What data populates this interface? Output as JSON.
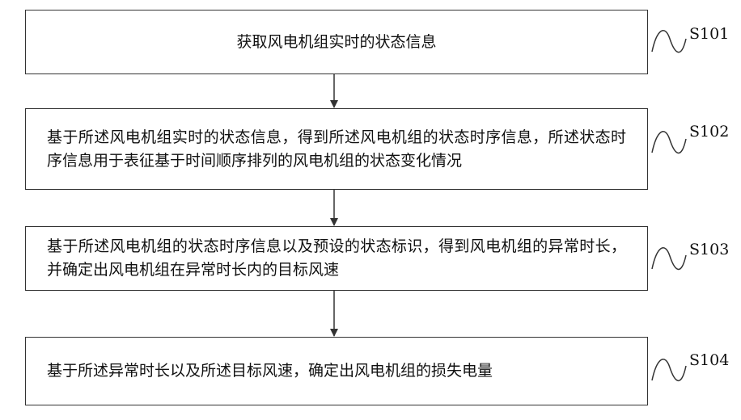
{
  "steps": [
    {
      "id": "S101",
      "text": "获取风电机组实时的状态信息"
    },
    {
      "id": "S102",
      "text": "基于所述风电机组实时的状态信息，得到所述风电机组的状态时序信息，所述状态时序信息用于表征基于时间顺序排列的风电机组的状态变化情况"
    },
    {
      "id": "S103",
      "text": "基于所述风电机组的状态时序信息以及预设的状态标识，得到风电机组的异常时长，并确定出风电机组在异常时长内的目标风速"
    },
    {
      "id": "S104",
      "text": "基于所述异常时长以及所述目标风速，确定出风电机组的损失电量"
    }
  ],
  "colors": {
    "stroke": "#333333",
    "text": "#111111",
    "background": "#ffffff"
  }
}
